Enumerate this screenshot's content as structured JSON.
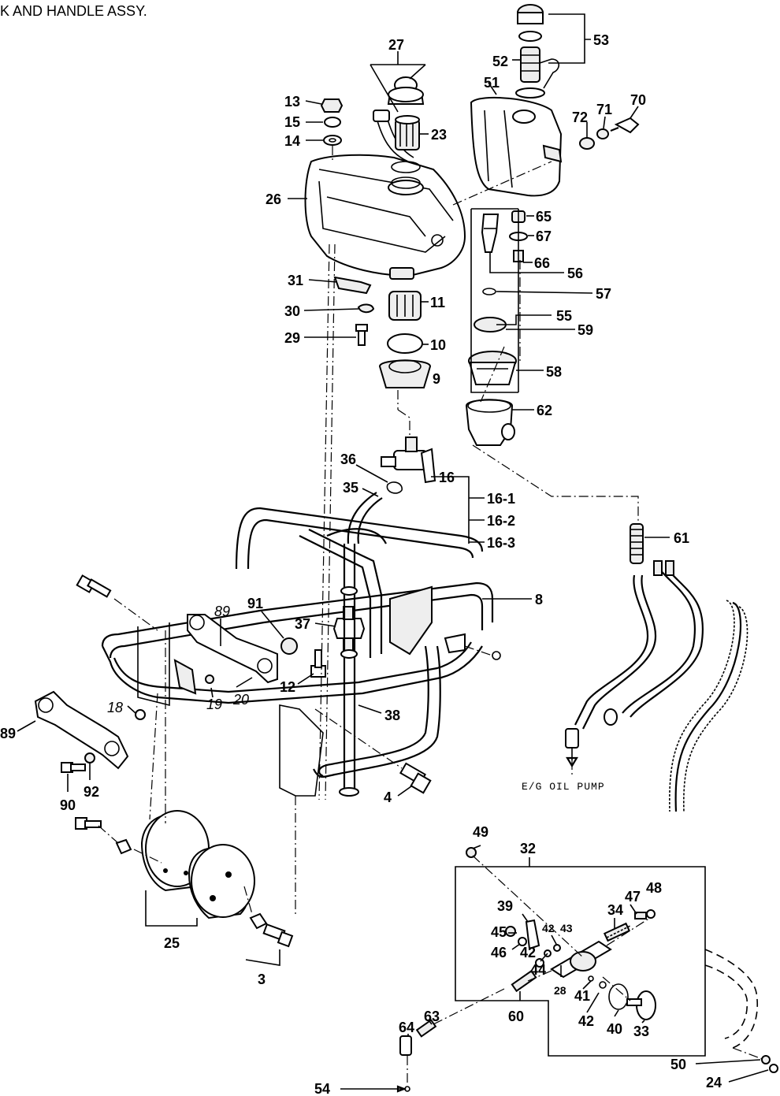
{
  "title": "K AND HANDLE ASSY.",
  "note_eg_oil_pump": "E/G OIL PUMP",
  "labels": {
    "p27": "27",
    "p53": "53",
    "p52": "52",
    "p51": "51",
    "p13": "13",
    "p15": "15",
    "p14": "14",
    "p23": "23",
    "p72": "72",
    "p71": "71",
    "p70": "70",
    "p26": "26",
    "p65": "65",
    "p67": "67",
    "p66": "66",
    "p56": "56",
    "p31": "31",
    "p57": "57",
    "p11": "11",
    "p30": "30",
    "p55": "55",
    "p29": "29",
    "p59": "59",
    "p10": "10",
    "p58": "58",
    "p9": "9",
    "p62": "62",
    "p36": "36",
    "p16": "16",
    "p35": "35",
    "p16_1": "16-1",
    "p16_2": "16-2",
    "p16_3": "16-3",
    "p61": "61",
    "p8": "8",
    "p89a": "89",
    "p91": "91",
    "p37": "37",
    "p12": "12",
    "p18": "18",
    "p19": "19",
    "p20": "20",
    "p38": "38",
    "p89b": "89",
    "p92": "92",
    "p90": "90",
    "p4": "4",
    "p49": "49",
    "p32": "32",
    "p39": "39",
    "p47": "47",
    "p48": "48",
    "p34": "34",
    "p45": "45",
    "p42a": "42",
    "p43": "43",
    "p46": "46",
    "p42b": "42",
    "p44": "44",
    "p28": "28",
    "p41": "41",
    "p25": "25",
    "p3": "3",
    "p60": "60",
    "p42c": "42",
    "p40": "40",
    "p33": "33",
    "p64": "64",
    "p63": "63",
    "p50": "50",
    "p24": "24",
    "p54": "54"
  }
}
